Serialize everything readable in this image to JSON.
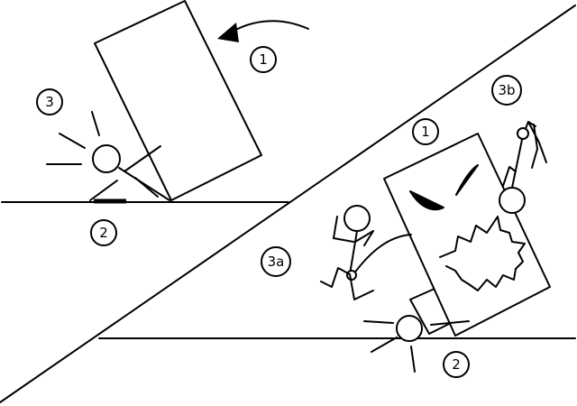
{
  "labels": {
    "step1_top": "1",
    "step3_top": "3",
    "step2_top": "2",
    "step1_bottom": "1",
    "step3b": "3b",
    "step3a": "3a",
    "step2_bottom": "2"
  },
  "colors": {
    "ink": "#000000",
    "paper": "#ffffff"
  }
}
